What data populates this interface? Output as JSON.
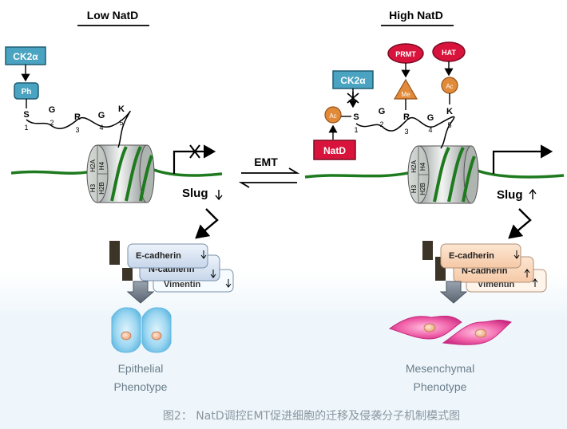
{
  "headers": {
    "low": "Low NatD",
    "high": "High NatD"
  },
  "emt_label": "EMT",
  "enzymes": {
    "ck2a": "CK2α",
    "prmt": "PRMT",
    "hat": "HAT",
    "natd": "NatD"
  },
  "marks": {
    "ph": "Ph",
    "ac": "Ac",
    "me": "Me"
  },
  "tail": {
    "residues": [
      "S",
      "G",
      "R",
      "G",
      "K"
    ],
    "positions": [
      "1",
      "2",
      "3",
      "4",
      "5"
    ]
  },
  "histones": {
    "h2a": "H2A",
    "h4": "H4",
    "h3": "H3",
    "h2b": "H2B"
  },
  "gene_label": "Slug",
  "markers": {
    "ecad": "E-cadherin",
    "ncad": "N-cadherin",
    "vim": "Vimentin"
  },
  "phenotypes": {
    "epithelial": [
      "Epithelial",
      "Phenotype"
    ],
    "mesenchymal": [
      "Mesenchymal",
      "Phenotype"
    ]
  },
  "caption": "图2： NatD调控EMT促进细胞的迁移及侵袭分子机制模式图",
  "colors": {
    "dna": "#1e7a1e",
    "ck2_box": "#4aa3c0",
    "enzyme_red": "#d9143c",
    "ac_orange": "#e08a3a",
    "epithelial_cell": "#9fd8f2",
    "mesenchymal_cell": "#f060a8",
    "phenotype_text": "#6a7d8a"
  }
}
